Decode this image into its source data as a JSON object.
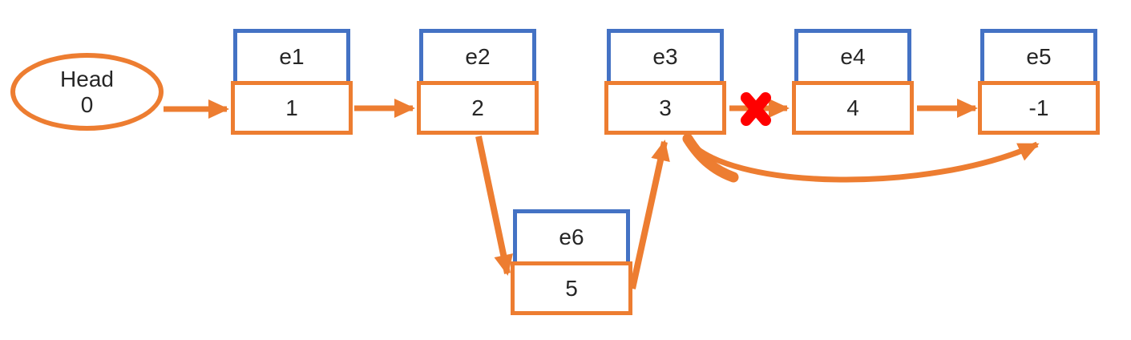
{
  "diagram": {
    "type": "linked-list",
    "head": {
      "label": "Head",
      "value": "0"
    },
    "nodes": [
      {
        "id": "e1",
        "label": "e1",
        "value": "1"
      },
      {
        "id": "e2",
        "label": "e2",
        "value": "2"
      },
      {
        "id": "e3",
        "label": "e3",
        "value": "3"
      },
      {
        "id": "e4",
        "label": "e4",
        "value": "4"
      },
      {
        "id": "e5",
        "label": "e5",
        "value": "-1"
      },
      {
        "id": "e6",
        "label": "e6",
        "value": "5"
      }
    ],
    "edges": [
      {
        "from": "Head",
        "to": "e1",
        "style": "straight",
        "status": "normal"
      },
      {
        "from": "e1",
        "to": "e2",
        "style": "straight",
        "status": "normal"
      },
      {
        "from": "e2",
        "to": "e6",
        "style": "diagonal-down",
        "status": "normal"
      },
      {
        "from": "e6",
        "to": "e3",
        "style": "diagonal-up",
        "status": "normal"
      },
      {
        "from": "e3",
        "to": "e4",
        "style": "straight",
        "status": "broken-crossed-out"
      },
      {
        "from": "e4",
        "to": "e5",
        "style": "straight",
        "status": "normal"
      },
      {
        "from": "e3",
        "to": "e5",
        "style": "curved-bypass-below",
        "status": "normal"
      }
    ],
    "icons": {
      "broken_link_mark": "red-cross-icon"
    },
    "colors": {
      "label_box_border": "#4472C4",
      "value_box_border": "#ED7D31",
      "arrow": "#ED7D31",
      "broken_mark": "#FF0000",
      "text": "#262626",
      "background": "#FFFFFF"
    }
  }
}
